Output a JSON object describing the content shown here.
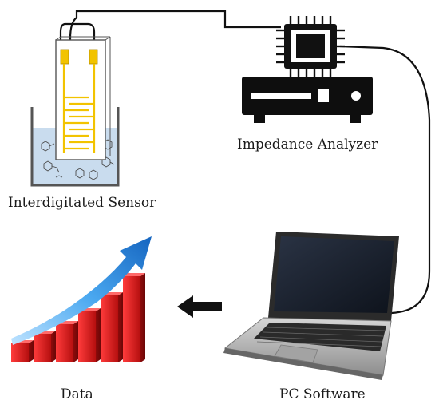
{
  "labels": {
    "sensor": "Interdigitated Sensor",
    "analyzer": "Impedance Analyzer",
    "data": "Data",
    "pc": "PC Software"
  },
  "colors": {
    "wire": "#111111",
    "electrode": "#f2c300",
    "liquid": "#c9dcee",
    "beaker": "#555555",
    "device": "#0e0e0e",
    "bar_red": "#e01b1b",
    "trend_arrow": "#1e88e5",
    "laptop_body": "#b8b8b8",
    "laptop_screen": "#1c2230"
  },
  "icons": {
    "sensor": "beaker-sensor-icon",
    "chip": "microchip-icon",
    "analyzer": "analyzer-device-icon",
    "laptop": "laptop-icon",
    "chart": "growth-bar-chart-icon",
    "flow_arrow": "arrow-left-icon"
  }
}
